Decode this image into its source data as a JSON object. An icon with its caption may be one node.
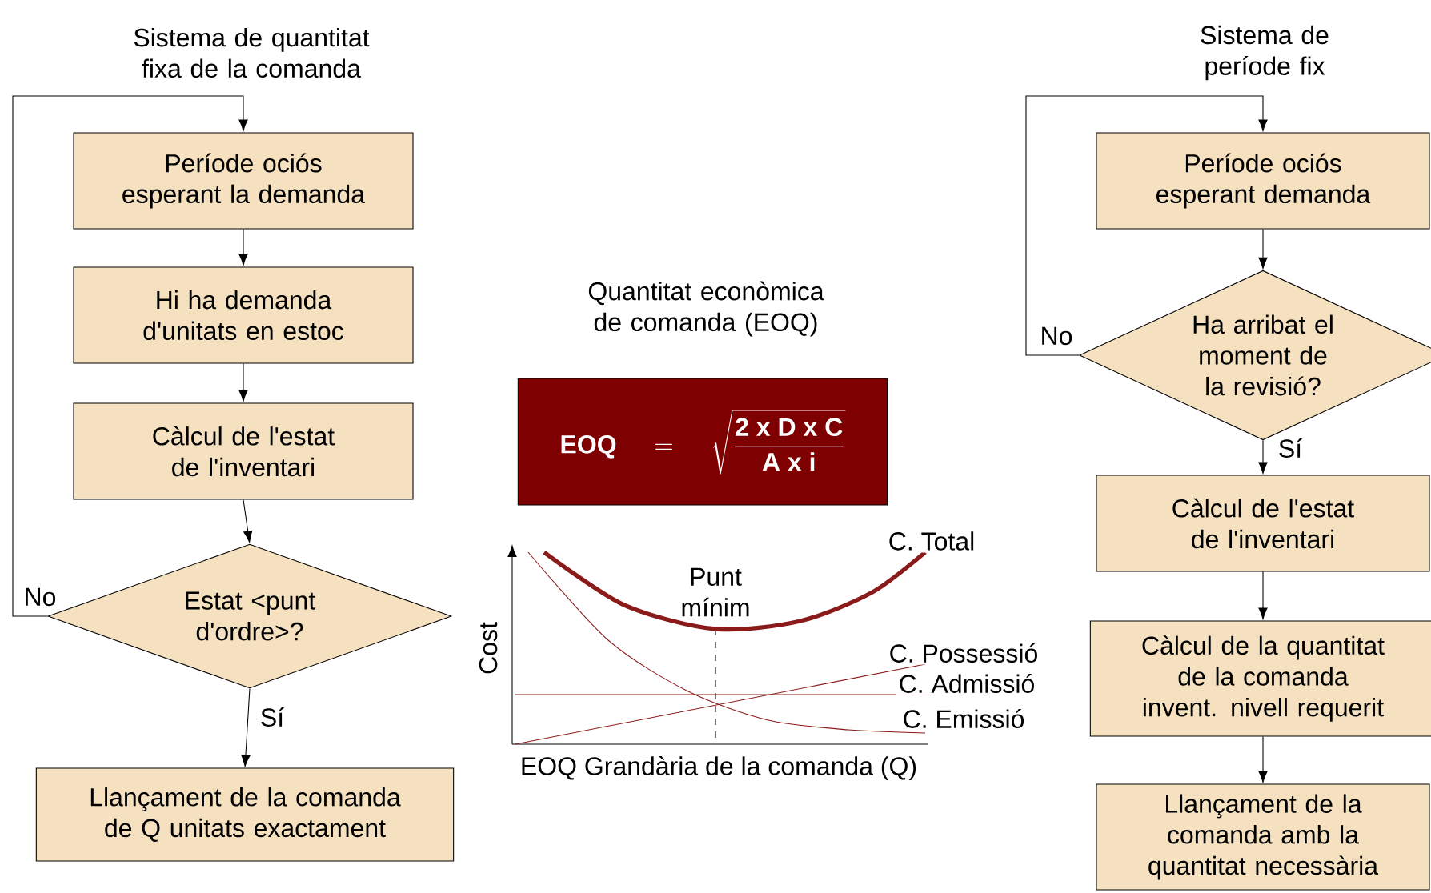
{
  "diagram": {
    "nodes": [
      {
        "text": [
          "Període ociós esperant la demanda"
        ]
      },
      {
        "text": [
          "Hi ha demanda d'unitats en estoc"
        ]
      },
      {
        "text": [
          "Càlcul de l'estat de l'inventari"
        ]
      },
      {
        "text": [
          "Estat <punt d'ordre>?"
        ]
      },
      {
        "text": [
          "Llançament de la comanda de Q unitats exactament"
        ]
      },
      {
        "text": [
          "Període ociós esperant demanda"
        ]
      },
      {
        "text": [
          "Ha arribat el moment de la revisió?"
        ]
      },
      {
        "text": [
          "Càlcul de l'estat de l'inventari"
        ]
      },
      {
        "text": [
          "Càlcul de la quantitat de la comanda invent. nivell requerit"
        ]
      },
      {
        "text": [
          "Llançament de la comanda amb la quantitat necessària"
        ]
      },
      {
        "text": [
          "\\mathbf{EOQ}\\quad=\\quad\\sqrt{\\frac{\\mathbf{2\\;x\\;D\\;x\\;C}}{\\mathbf{A\\;x\\;i}}}"
        ]
      }
    ],
    "edges": [
      {
        "from": 0,
        "to": 1,
        "arrow": "to"
      },
      {
        "from": 1,
        "to": 2,
        "arrow": "to"
      },
      {
        "from": 2,
        "to": 3,
        "arrow": "to"
      },
      {
        "from": 3,
        "to": 4,
        "arrow": "to",
        "label": "Sí"
      },
      {
        "from": 3,
        "to": 0,
        "arrow": "to",
        "label": "No"
      },
      {
        "from": 5,
        "to": 6,
        "arrow": "to"
      },
      {
        "from": 6,
        "to": 7,
        "arrow": "to",
        "label": "Sí"
      },
      {
        "from": 6,
        "to": 5,
        "arrow": "to",
        "label": "No"
      },
      {
        "from": 7,
        "to": 8,
        "arrow": "to"
      },
      {
        "from": 8,
        "to": 9,
        "arrow": "to"
      }
    ],
    "labels": [
      "Sistema de quantitat fixa de la comanda",
      "Sistema de període fix",
      "Quantitat econòmica de comanda (EOQ)",
      "C. Total",
      "Punt mínim",
      "Cost",
      "C. Possessió",
      "C. Admissió",
      "C. Emissió",
      "EOQ Grandària de la comanda (Q)"
    ]
  }
}
